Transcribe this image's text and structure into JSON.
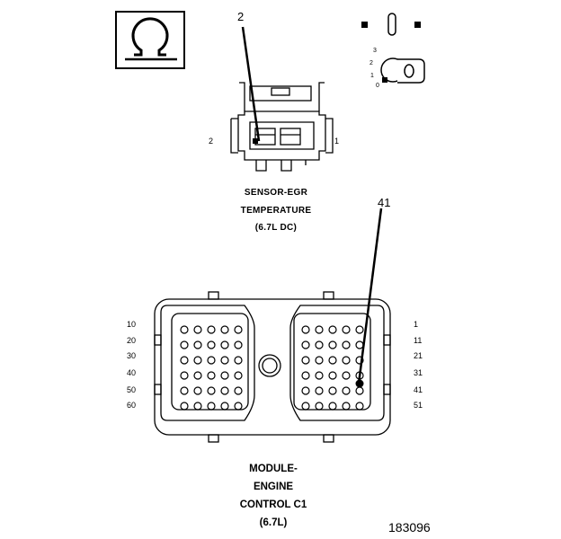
{
  "sensor": {
    "name_lines": [
      "SENSOR-EGR",
      "TEMPERATURE",
      "(6.7L DC)"
    ],
    "pin_left": "2",
    "pin_right": "1",
    "callout": "2"
  },
  "module": {
    "name_lines": [
      "MODULE-",
      "ENGINE",
      "CONTROL C1",
      "(6.7L)"
    ],
    "left_pins": [
      "10",
      "20",
      "30",
      "40",
      "50",
      "60"
    ],
    "right_pins": [
      "1",
      "11",
      "21",
      "31",
      "41",
      "51"
    ],
    "callout": "41"
  },
  "ignition": {
    "positions": [
      "3",
      "2",
      "1",
      "0"
    ]
  },
  "figure_number": "183096",
  "symbols": {
    "ohmmeter": "ohm-symbol",
    "ignition": "ignition-key-icon"
  }
}
